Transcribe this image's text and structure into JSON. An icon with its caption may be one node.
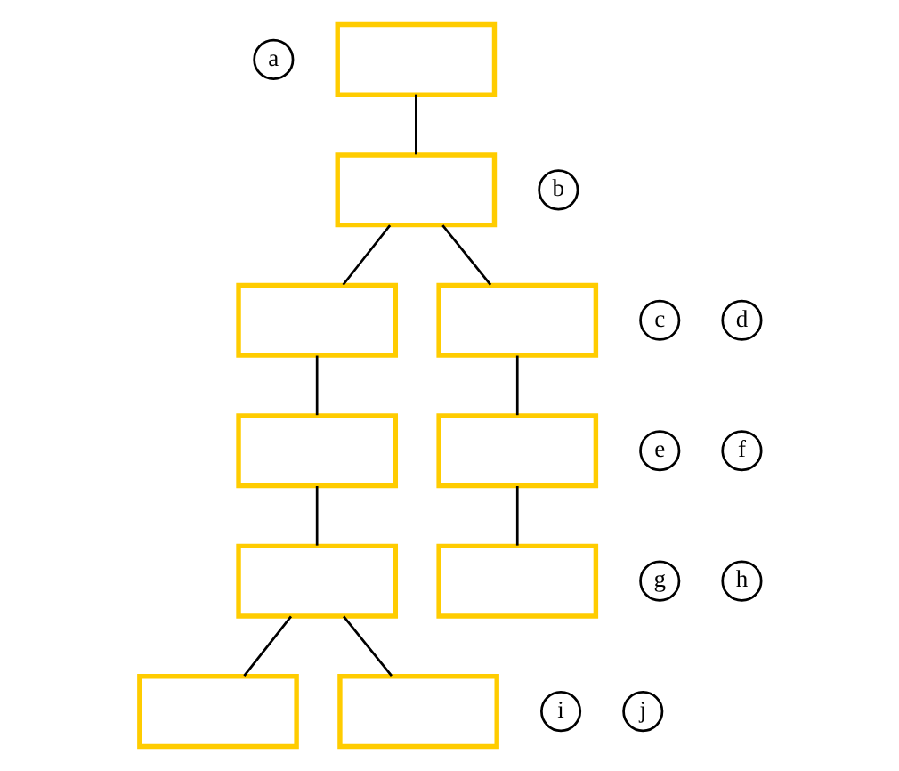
{
  "diagram": {
    "nodes": [
      {
        "text": [
          "a"
        ]
      },
      {
        "text": [],
        "shape": "box"
      },
      {
        "text": [
          "b"
        ]
      },
      {
        "text": [],
        "shape": "box"
      },
      {
        "text": [
          "c"
        ]
      },
      {
        "text": [],
        "shape": "box"
      },
      {
        "text": [
          "d"
        ]
      },
      {
        "text": [],
        "shape": "box"
      },
      {
        "text": [
          "e"
        ]
      },
      {
        "text": [],
        "shape": "box"
      },
      {
        "text": [
          "f"
        ]
      },
      {
        "text": [],
        "shape": "box"
      },
      {
        "text": [
          "g"
        ]
      },
      {
        "text": [],
        "shape": "box"
      },
      {
        "text": [
          "h"
        ]
      },
      {
        "text": [],
        "shape": "box"
      },
      {
        "text": [
          "i"
        ]
      },
      {
        "text": [],
        "shape": "box"
      },
      {
        "text": [
          "j"
        ]
      },
      {
        "text": [],
        "shape": "box"
      }
    ],
    "edges": [
      {
        "from": 1,
        "to": 3,
        "arrow": "none"
      },
      {
        "from": 3,
        "to": 5,
        "arrow": "none"
      },
      {
        "from": 3,
        "to": 7,
        "arrow": "none"
      },
      {
        "from": 5,
        "to": 9,
        "arrow": "none"
      },
      {
        "from": 7,
        "to": 11,
        "arrow": "none"
      },
      {
        "from": 9,
        "to": 13,
        "arrow": "none"
      },
      {
        "from": 11,
        "to": 15,
        "arrow": "none"
      },
      {
        "from": 13,
        "to": 17,
        "arrow": "none"
      },
      {
        "from": 13,
        "to": 19,
        "arrow": "none"
      }
    ]
  }
}
